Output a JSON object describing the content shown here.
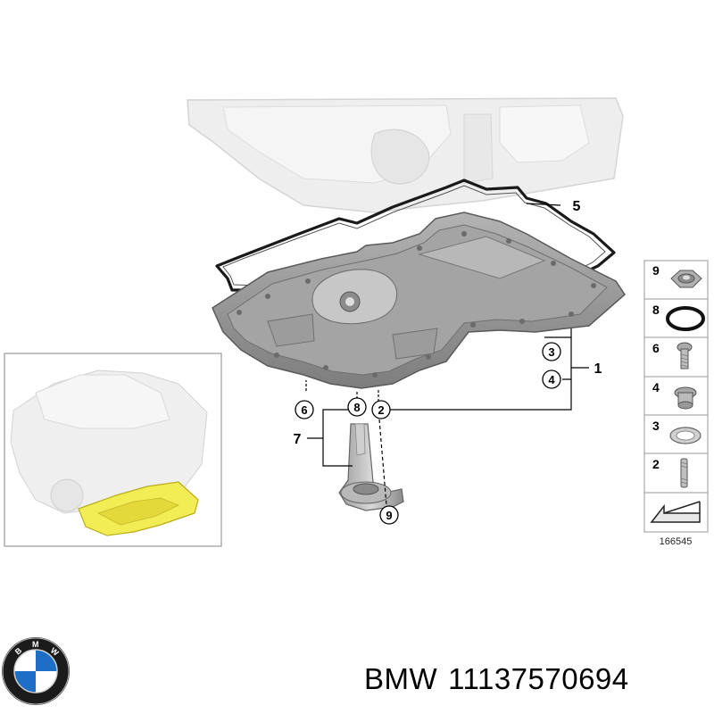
{
  "diagram": {
    "callouts": {
      "c1": "1",
      "c2": "2",
      "c3": "3",
      "c4": "4",
      "c5": "5",
      "c6": "6",
      "c7": "7",
      "c8": "8",
      "c9": "9"
    },
    "legend": {
      "items": [
        {
          "number": "9",
          "part": "hex-nut"
        },
        {
          "number": "8",
          "part": "o-ring"
        },
        {
          "number": "6",
          "part": "bolt"
        },
        {
          "number": "4",
          "part": "drain-plug"
        },
        {
          "number": "3",
          "part": "sealing-ring"
        },
        {
          "number": "2",
          "part": "stud-pin"
        }
      ],
      "reference": "166545"
    },
    "inset": {
      "highlight_color": "#f2ec55"
    }
  },
  "brand": {
    "logo_letters": "BMW"
  },
  "caption": {
    "brand": "BMW",
    "part_number": "11137570694"
  },
  "colors": {
    "line": "#000000",
    "part_gray": "#8e8e8e",
    "ghost_gray": "#e4e4e4",
    "highlight": "#f2ec55",
    "logo_blue": "#1c6fc4"
  }
}
